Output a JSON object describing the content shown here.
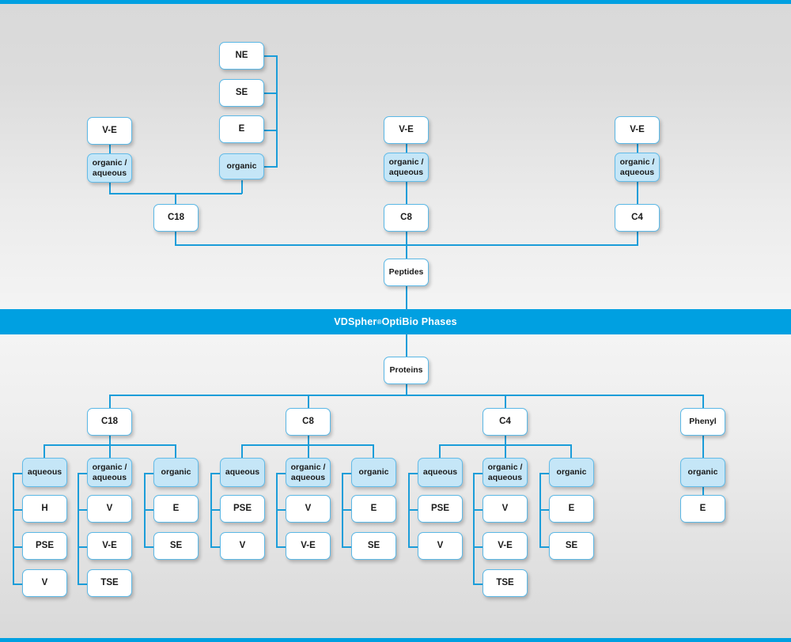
{
  "banner": {
    "brand": "VDSpher",
    "registered": "®",
    "rest": " OptiBio Phases"
  },
  "peptides": {
    "root_label": "Peptides",
    "columns": [
      {
        "name": "c18-column",
        "sorbent": "C18",
        "modes": [
          {
            "name": "organic-aqueous",
            "label_line1": "organic /",
            "label_line2": "aqueous",
            "parent": "V-E",
            "children": []
          },
          {
            "name": "organic",
            "label_line1": "organic",
            "label_line2": "",
            "parent": "",
            "children": [
              "NE",
              "SE",
              "E"
            ]
          }
        ]
      },
      {
        "name": "c8-column",
        "sorbent": "C8",
        "modes": [
          {
            "name": "organic-aqueous",
            "label_line1": "organic /",
            "label_line2": "aqueous",
            "parent": "V-E",
            "children": []
          }
        ]
      },
      {
        "name": "c4-column",
        "sorbent": "C4",
        "modes": [
          {
            "name": "organic-aqueous",
            "label_line1": "organic /",
            "label_line2": "aqueous",
            "parent": "V-E",
            "children": []
          }
        ]
      }
    ]
  },
  "proteins": {
    "root_label": "Proteins",
    "columns": [
      {
        "name": "c18-column",
        "sorbent": "C18",
        "groups": [
          {
            "name": "aqueous",
            "label_line1": "aqueous",
            "label_line2": "",
            "items": [
              "H",
              "PSE",
              "V"
            ]
          },
          {
            "name": "organic-aqueous",
            "label_line1": "organic /",
            "label_line2": "aqueous",
            "items": [
              "V",
              "V-E",
              "TSE"
            ]
          },
          {
            "name": "organic",
            "label_line1": "organic",
            "label_line2": "",
            "items": [
              "E",
              "SE"
            ]
          }
        ]
      },
      {
        "name": "c8-column",
        "sorbent": "C8",
        "groups": [
          {
            "name": "aqueous",
            "label_line1": "aqueous",
            "label_line2": "",
            "items": [
              "PSE",
              "V"
            ]
          },
          {
            "name": "organic-aqueous",
            "label_line1": "organic /",
            "label_line2": "aqueous",
            "items": [
              "V",
              "V-E"
            ]
          },
          {
            "name": "organic",
            "label_line1": "organic",
            "label_line2": "",
            "items": [
              "E",
              "SE"
            ]
          }
        ]
      },
      {
        "name": "c4-column",
        "sorbent": "C4",
        "groups": [
          {
            "name": "aqueous",
            "label_line1": "aqueous",
            "label_line2": "",
            "items": [
              "PSE",
              "V"
            ]
          },
          {
            "name": "organic-aqueous",
            "label_line1": "organic /",
            "label_line2": "aqueous",
            "items": [
              "V",
              "V-E",
              "TSE"
            ]
          },
          {
            "name": "organic",
            "label_line1": "organic",
            "label_line2": "",
            "items": [
              "E",
              "SE"
            ]
          }
        ]
      },
      {
        "name": "phenyl-column",
        "sorbent": "Phenyl",
        "groups": [
          {
            "name": "organic",
            "label_line1": "organic",
            "label_line2": "",
            "items": [
              "E"
            ]
          }
        ]
      }
    ]
  },
  "colors": {
    "accent": "#00a0e1",
    "line": "#1b9dd9",
    "box_border": "#5bb8e6",
    "box_fill": "#ffffff",
    "box_fill_highlight": "#c5e6f7",
    "background": "#d9d9d9"
  }
}
